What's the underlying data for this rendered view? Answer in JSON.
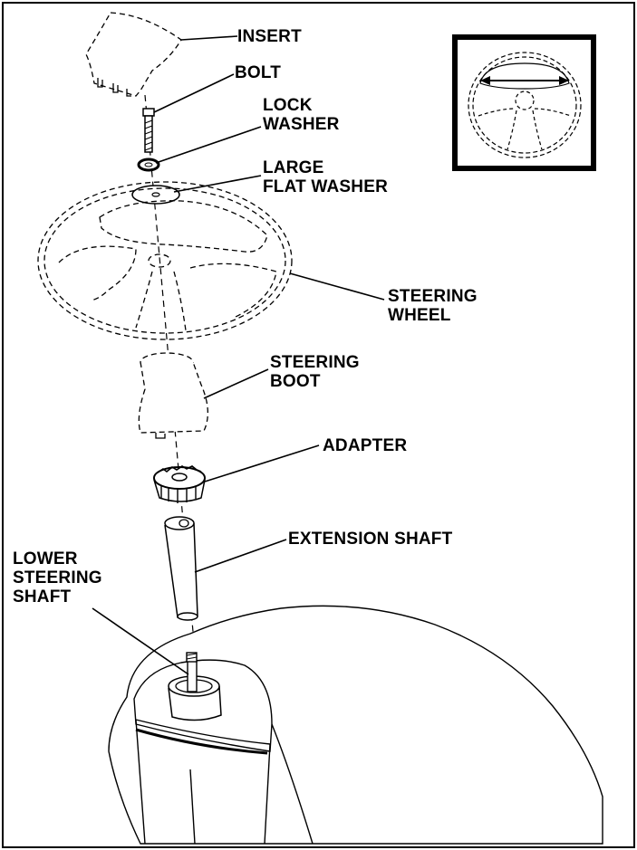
{
  "labels": {
    "insert": "INSERT",
    "bolt": "BOLT",
    "lock_washer": [
      "LOCK",
      "WASHER"
    ],
    "large_flat_washer": [
      "LARGE",
      "FLAT WASHER"
    ],
    "steering_wheel": [
      "STEERING",
      "WHEEL"
    ],
    "steering_boot": [
      "STEERING",
      "BOOT"
    ],
    "adapter": "ADAPTER",
    "extension_shaft": "EXTENSION SHAFT",
    "lower_steering_shaft": [
      "LOWER",
      "STEERING",
      "SHAFT"
    ]
  },
  "icons": {
    "inset": "steering-wheel-width-icon",
    "insert": "insert-part-icon",
    "bolt": "bolt-icon",
    "lock_washer": "lock-washer-icon",
    "flat_washer": "flat-washer-icon",
    "wheel": "steering-wheel-icon",
    "boot": "steering-boot-icon",
    "adapter": "adapter-icon",
    "extension_shaft": "extension-shaft-icon",
    "lower_shaft": "lower-steering-shaft-icon",
    "dash": "dash-panel-icon"
  }
}
